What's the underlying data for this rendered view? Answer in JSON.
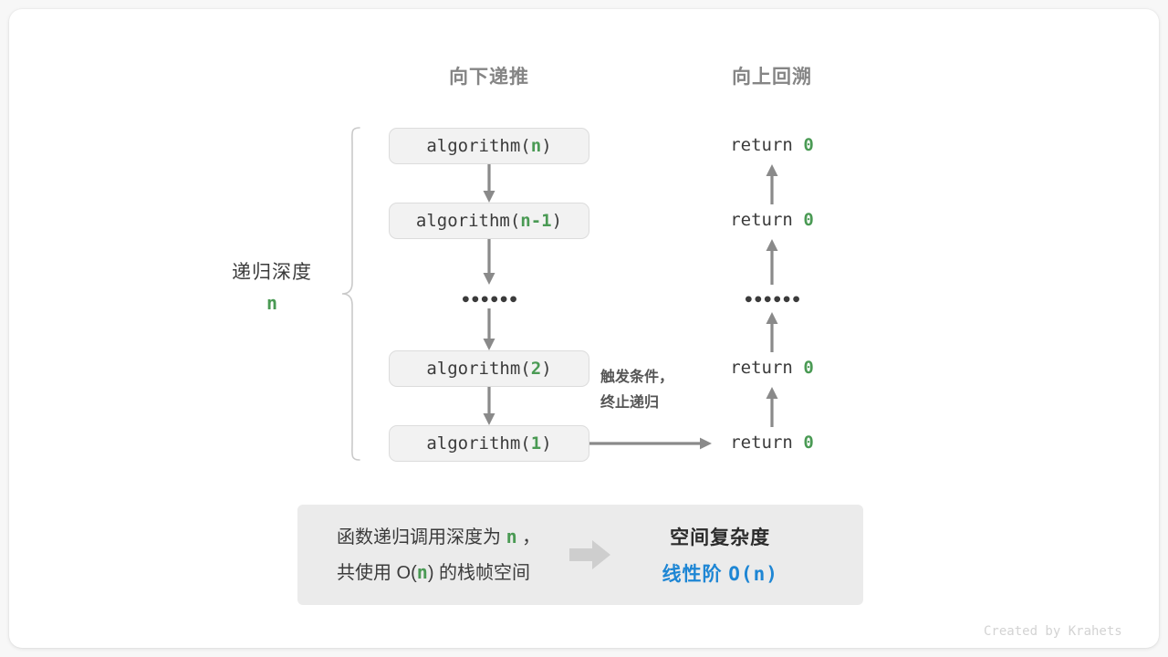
{
  "diagram": {
    "headers": {
      "left": "向下递推",
      "right": "向上回溯"
    },
    "depth_label": {
      "text": "递归深度",
      "value": "n"
    },
    "call_stack": [
      {
        "fn": "algorithm(",
        "arg": "n",
        "close": ")"
      },
      {
        "fn": "algorithm(",
        "arg": "n-1",
        "close": ")"
      },
      {
        "fn": "algorithm(",
        "arg": "2",
        "close": ")"
      },
      {
        "fn": "algorithm(",
        "arg": "1",
        "close": ")"
      }
    ],
    "ellipsis": "••••••",
    "returns": [
      {
        "kw": "return ",
        "val": "0"
      },
      {
        "kw": "return ",
        "val": "0"
      },
      {
        "kw": "return ",
        "val": "0"
      },
      {
        "kw": "return ",
        "val": "0"
      }
    ],
    "trigger_label": {
      "line1": "触发条件，",
      "line2": "终止递归"
    }
  },
  "summary": {
    "left_line1_pre": "函数递归调用深度为 ",
    "left_line1_var": "n",
    "left_line1_post": " ，",
    "left_line2_pre": "共使用 O(",
    "left_line2_var": "n",
    "left_line2_post": ") 的栈帧空间",
    "arrow_icon": "block-arrow-right-icon",
    "right_title": "空间复杂度",
    "right_value_label": "线性阶 ",
    "right_value_expr": "O(n)"
  },
  "watermark": "Created by Krahets",
  "colors": {
    "green": "#4a9a54",
    "blue": "#1e86d4",
    "gray_text": "#3b3b3b",
    "header_gray": "#858585",
    "box_fill": "#f2f2f2",
    "box_border": "#dcdcdc",
    "panel_fill": "#ebebeb",
    "arrow_gray": "#8a8a8a",
    "watermark_gray": "#d3d3d3"
  }
}
